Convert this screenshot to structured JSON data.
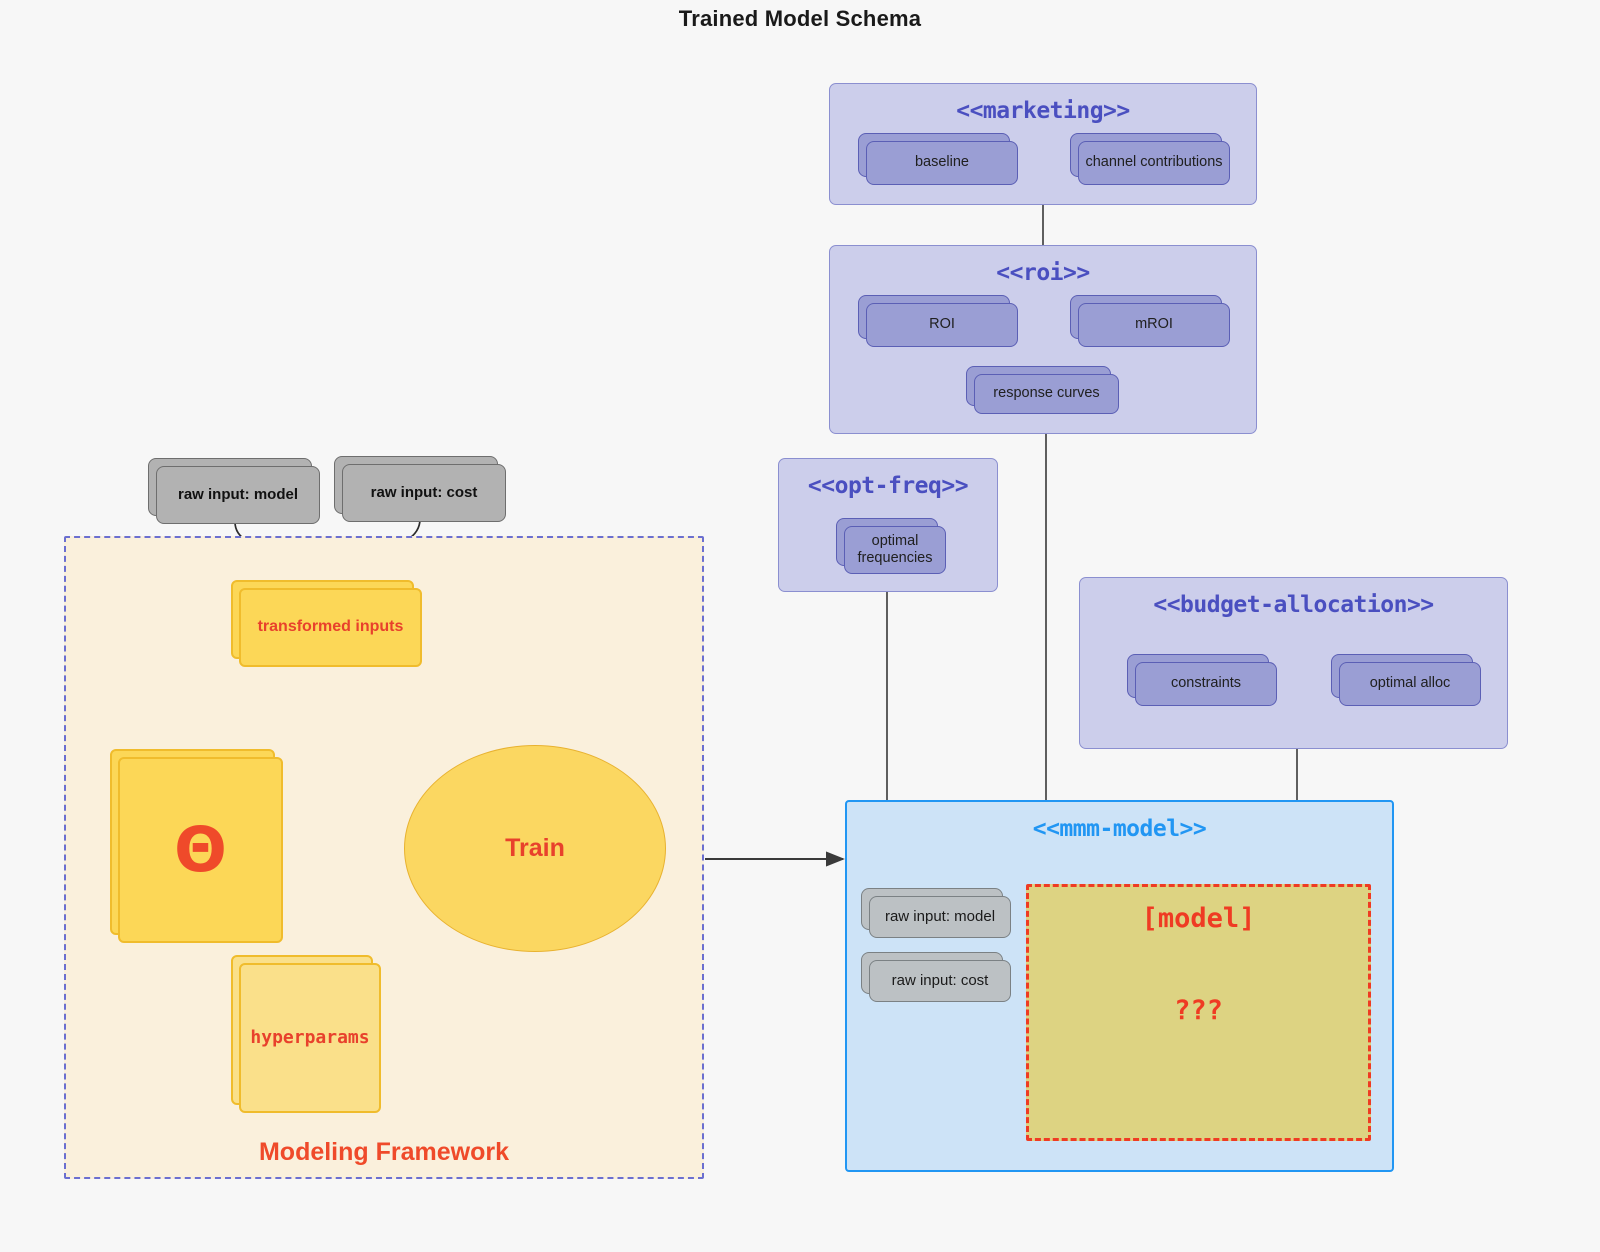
{
  "title": "Trained Model Schema",
  "packages": {
    "marketing": {
      "title": "<<marketing>>",
      "nodes": [
        {
          "label": "baseline"
        },
        {
          "label": "channel contributions"
        }
      ]
    },
    "roi": {
      "title": "<<roi>>",
      "nodes": [
        {
          "label": "ROI"
        },
        {
          "label": "mROI"
        },
        {
          "label": "response curves"
        }
      ]
    },
    "opt_freq": {
      "title": "<<opt-freq>>",
      "nodes": [
        {
          "label": "optimal frequencies"
        }
      ]
    },
    "budget_allocation": {
      "title": "<<budget-allocation>>",
      "nodes": [
        {
          "label": "constraints"
        },
        {
          "label": "optimal alloc"
        }
      ]
    },
    "mmm_model": {
      "title": "<<mmm-model>>",
      "inputs": [
        {
          "label": "raw input: model"
        },
        {
          "label": "raw input: cost"
        }
      ],
      "model_placeholder": {
        "label": "[model]",
        "unknown": "???"
      }
    }
  },
  "framework": {
    "label": "Modeling Framework",
    "raw_inputs": [
      {
        "label": "raw input: model"
      },
      {
        "label": "raw input: cost"
      }
    ],
    "transformed_inputs": "transformed inputs",
    "theta": "Θ",
    "hyperparams": "hyperparams",
    "train": "Train"
  },
  "colors": {
    "background": "#f7f7f7",
    "package_fill": "#ccceeb",
    "package_border": "#8b8fd0",
    "package_title": "#4a4fc0",
    "node_fill": "#9a9ed4",
    "node_border": "#5b5fb5",
    "mmm_fill": "#cde3f7",
    "mmm_border": "#2196f3",
    "mmm_title": "#2196f3",
    "gray_fill": "#b2b2b2",
    "gray_border": "#6e6e6e",
    "framework_fill": "#faf0dc",
    "framework_border": "#6b6fd0",
    "yellow_fill": "#fcd757",
    "yellow_border": "#f0bc2c",
    "accent_red": "#ef4a2a",
    "model_fill": "#ddd382",
    "model_border": "#ef3b23",
    "connector": "#444444"
  }
}
